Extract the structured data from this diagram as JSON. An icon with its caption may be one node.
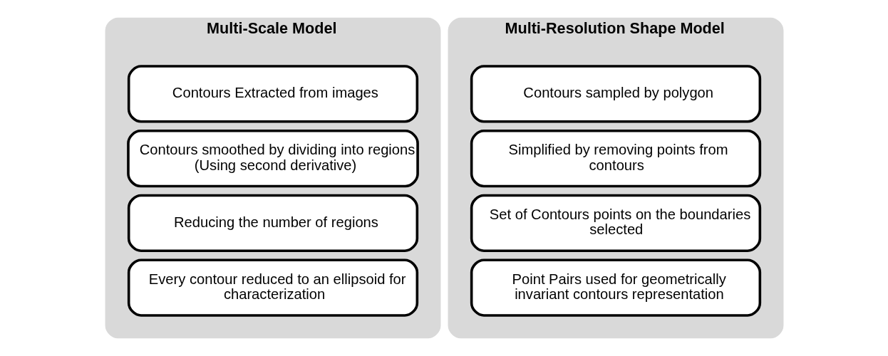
{
  "diagram": {
    "nodes": [
      {
        "text": [
          "Multi-Scale Model"
        ]
      },
      {
        "text": [
          "Contours Extracted from images"
        ],
        "in": 0
      },
      {
        "text": [
          "Contours smoothed by dividing into regions (Using second derivative)"
        ],
        "in": 0
      },
      {
        "text": [
          "Reducing the number of regions"
        ],
        "in": 0
      },
      {
        "text": [
          "Every contour reduced to an ellipsoid for characterization"
        ],
        "in": 0
      },
      {
        "text": [
          "Multi-Resolution Shape Model"
        ]
      },
      {
        "text": [
          "Contours sampled by polygon"
        ],
        "in": 5
      },
      {
        "text": [
          "Simplified by removing points from contours"
        ],
        "in": 5
      },
      {
        "text": [
          "Set of Contours points on the boundaries selected"
        ],
        "in": 5
      },
      {
        "text": [
          "Point Pairs used for geometrically invariant contours representation"
        ],
        "in": 5
      }
    ],
    "edges": []
  }
}
